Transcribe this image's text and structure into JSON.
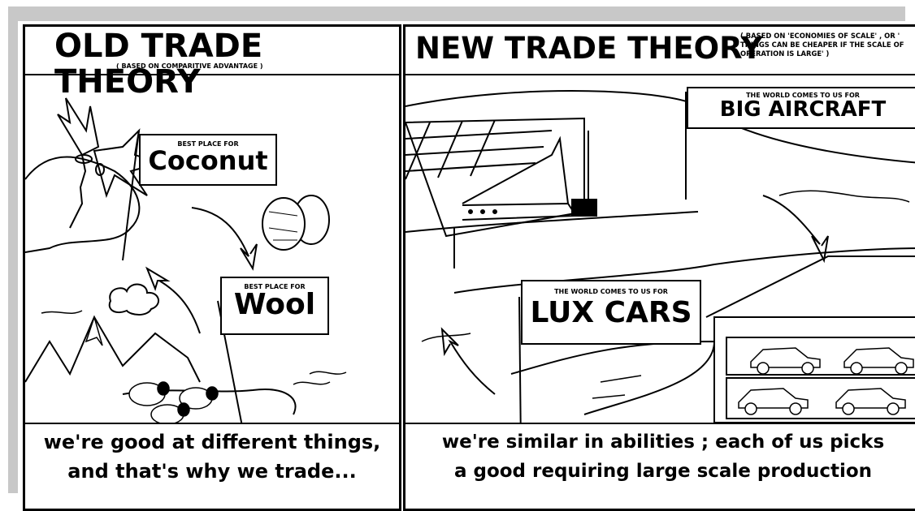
{
  "left": {
    "title": "OLD TRADE THEORY",
    "subtitle": "( BASED ON COMPARITIVE ADVANTAGE )",
    "sign_coconut": {
      "small": "BEST PLACE FOR",
      "big": "Coconut"
    },
    "sign_wool": {
      "small": "BEST PLACE FOR",
      "big": "Wool"
    },
    "caption_line1": "we're good at different things,",
    "caption_line2": "and that's why we trade..."
  },
  "right": {
    "title": "NEW TRADE THEORY",
    "subtitle": "( BASED ON 'ECONOMIES OF SCALE' , OR ' THINGS CAN BE CHEAPER IF THE SCALE OF OPERATION IS LARGE' )",
    "sign_aircraft": {
      "small": "THE WORLD COMES TO US FOR",
      "big": "BIG AIRCRAFT"
    },
    "sign_cars": {
      "small": "THE WORLD COMES TO US FOR",
      "big": "LUX CARS"
    },
    "caption_line1": "we're similar in abilities ;  each of us picks",
    "caption_line2": "a good requiring large scale production"
  },
  "colors": {
    "ink": "#000000",
    "paper": "#ffffff",
    "frame": "#c8c8c8"
  }
}
